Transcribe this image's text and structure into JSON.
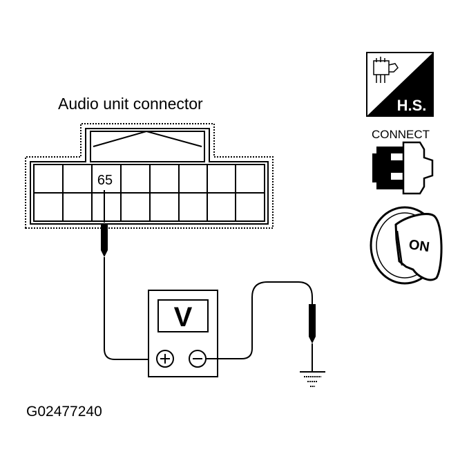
{
  "title": "Audio unit connector",
  "figure_id": "G02477240",
  "connector": {
    "pin": "65"
  },
  "meter": {
    "symbol": "V",
    "plus": "+",
    "minus": "−"
  },
  "icons": {
    "hs": {
      "name": "hs-icon",
      "label": "H.S."
    },
    "connect": {
      "name": "connect-icon",
      "label": "CONNECT"
    },
    "ignition": {
      "name": "ignition-key-icon",
      "label": "ON"
    }
  }
}
